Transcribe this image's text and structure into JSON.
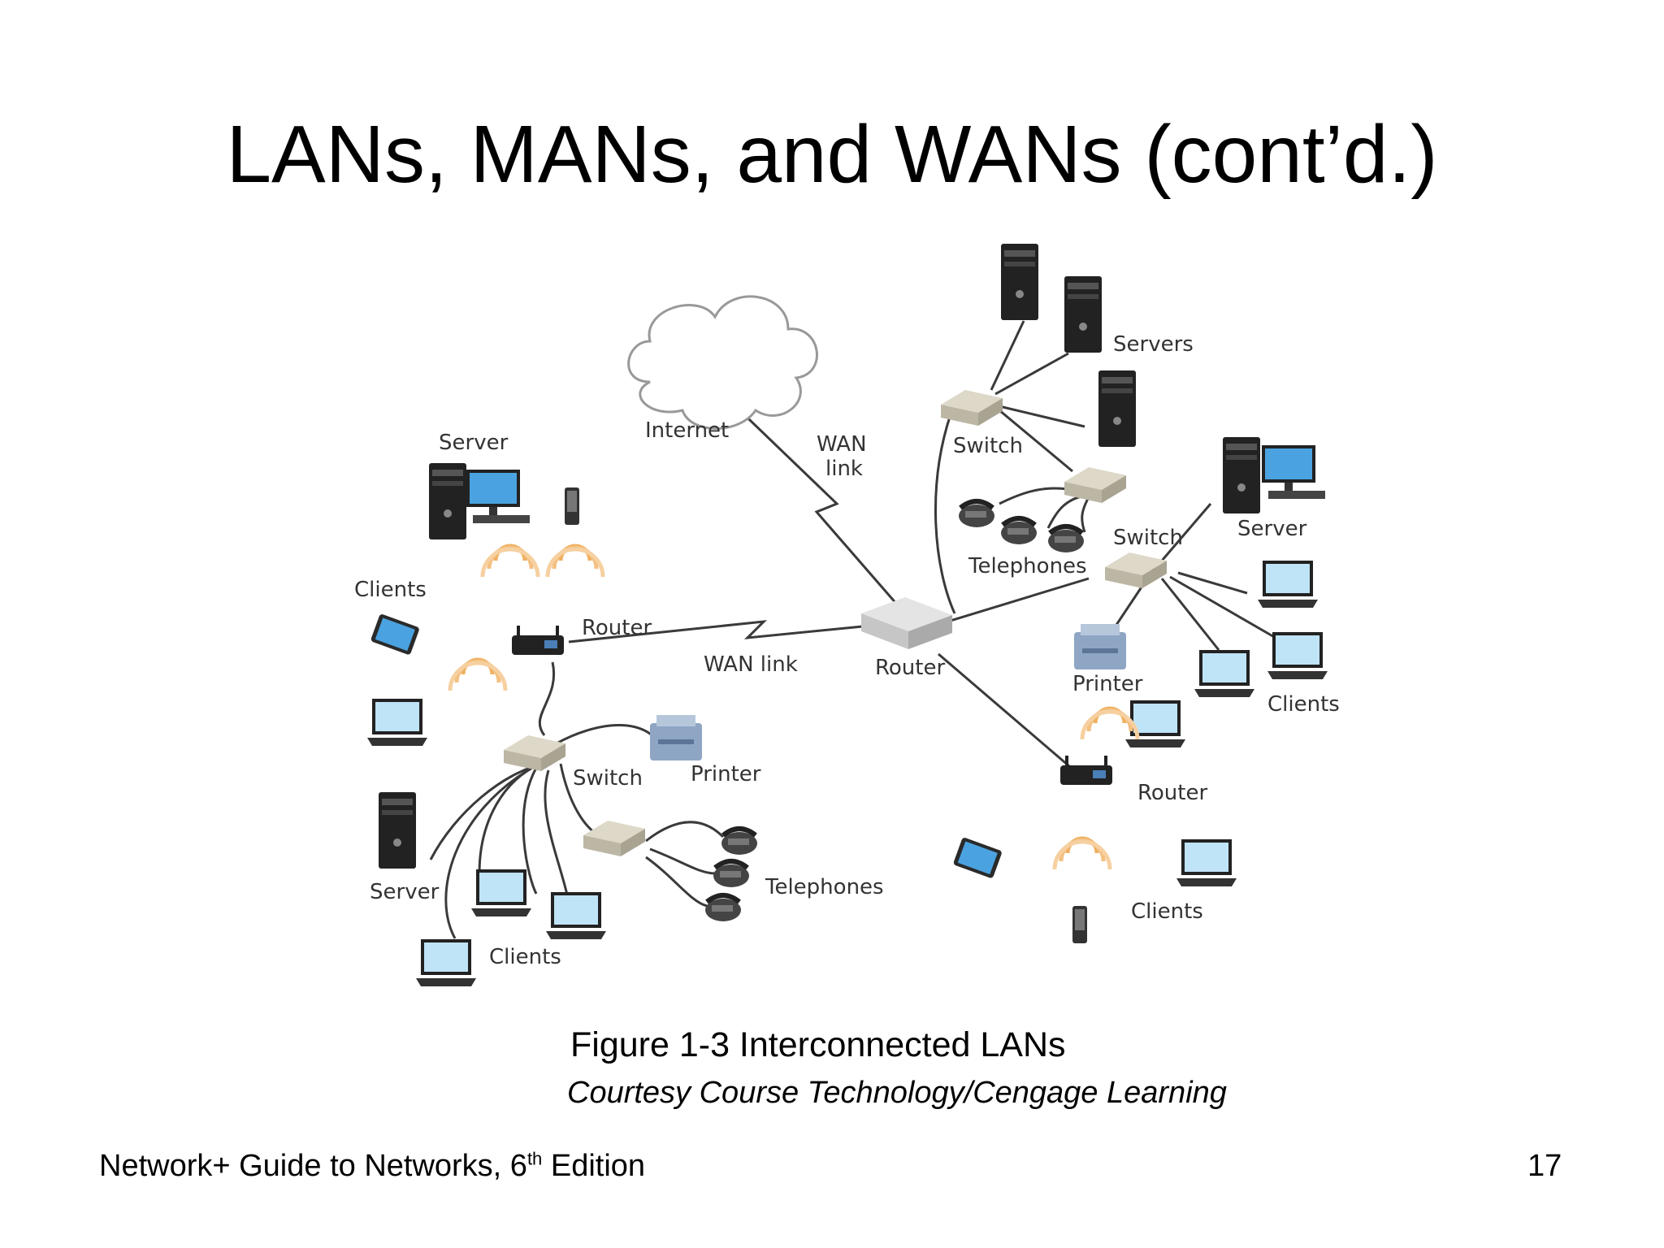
{
  "title": "LANs, MANs, and WANs (cont’d.)",
  "diagram": {
    "labels": {
      "internet": "Internet",
      "wan_link_top_1": "WAN",
      "wan_link_top_2": "link",
      "wan_link_mid": "WAN link",
      "servers": "Servers",
      "switch_top": "Switch",
      "telephones_top": "Telephones",
      "switch_right": "Switch",
      "server_right": "Server",
      "printer_right": "Printer",
      "clients_right": "Clients",
      "router_center": "Router",
      "router_bottom": "Router",
      "clients_bottom": "Clients",
      "server_left_top": "Server",
      "clients_left": "Clients",
      "router_left": "Router",
      "switch_left": "Switch",
      "printer_left": "Printer",
      "server_left_bottom": "Server",
      "telephones_left": "Telephones",
      "clients_left_bottom": "Clients"
    }
  },
  "caption": "Figure 1-3 Interconnected LANs",
  "credit": "Courtesy Course Technology/Cengage Learning",
  "footer": {
    "book": "Network+ Guide to Networks, 6",
    "sup": "th",
    "edition": " Edition",
    "page": "17"
  },
  "colors": {
    "screen": "#4aa3e0",
    "tower": "#1f1f1f",
    "device": "#cfcfcf",
    "wave": "#f0b060",
    "cable": "#3a3a3a"
  }
}
